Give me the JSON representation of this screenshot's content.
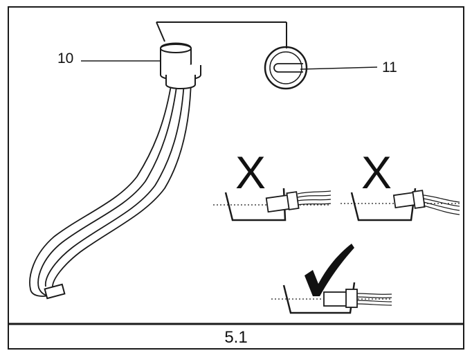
{
  "callouts": {
    "part_10": "10",
    "part_11": "11"
  },
  "marks": {
    "wrong": "X",
    "correct": "check-mark"
  },
  "caption": "5.1",
  "colors": {
    "line": "#1a1a1a",
    "background": "#ffffff"
  }
}
